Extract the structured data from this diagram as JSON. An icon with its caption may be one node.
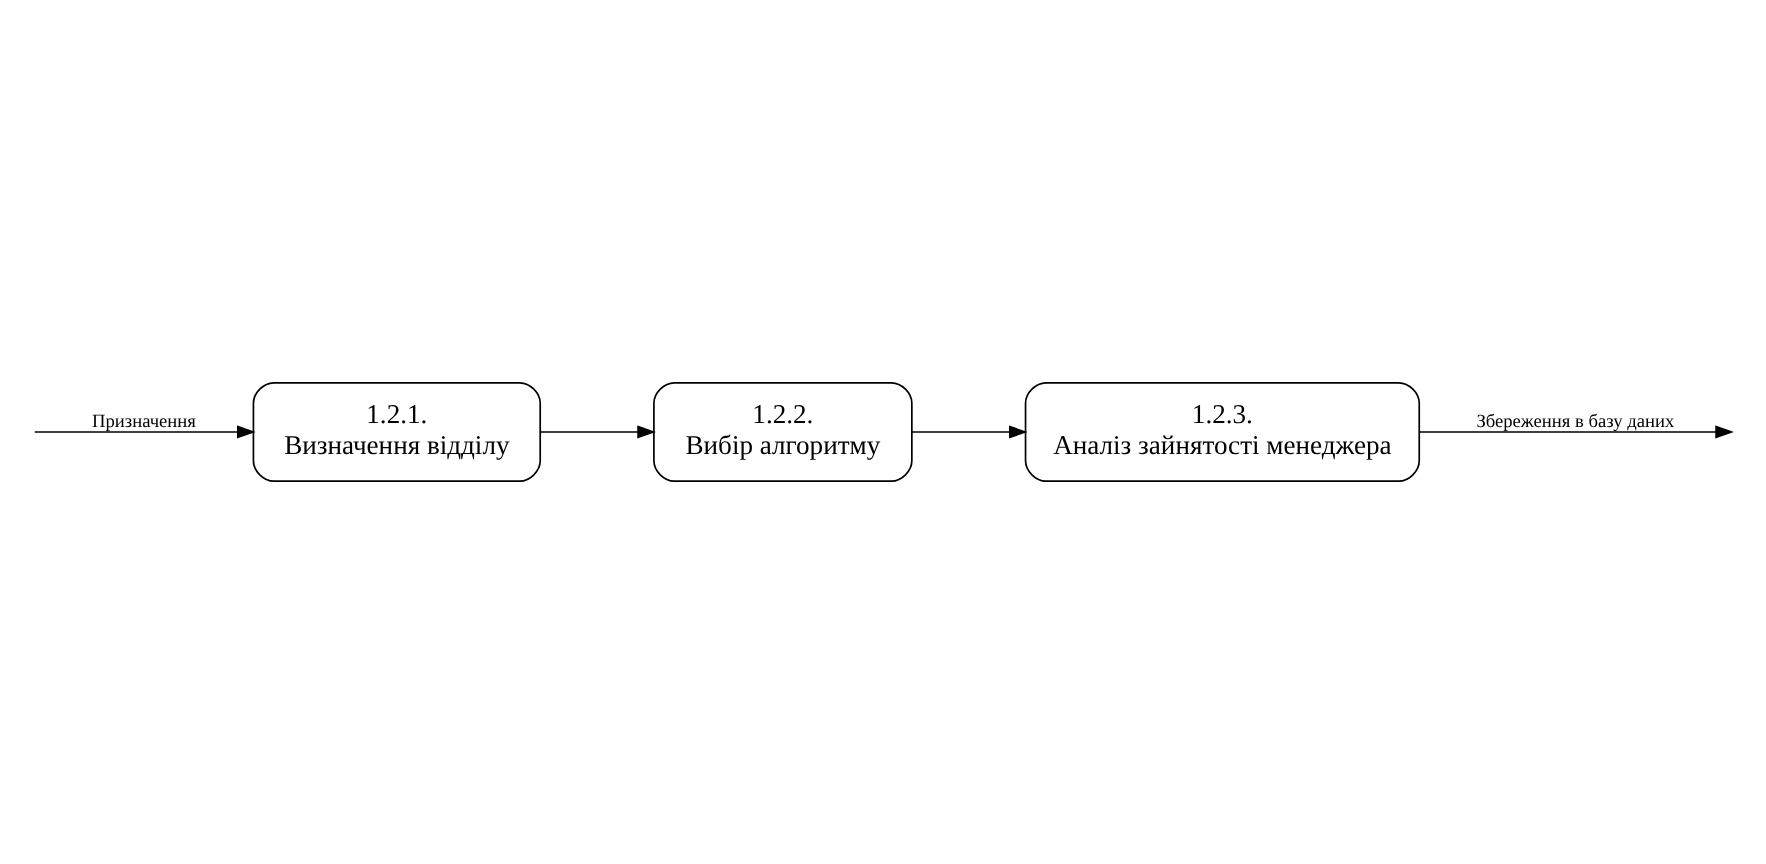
{
  "diagram": {
    "nodes": [
      {
        "text": [
          "1.2.1.",
          "Визначення відділу"
        ]
      },
      {
        "text": [
          "1.2.2.",
          "Вибір алгоритму"
        ]
      },
      {
        "text": [
          "1.2.3.",
          "Аналіз зайнятості менеджера"
        ]
      }
    ],
    "edges": [
      {
        "from": null,
        "to": 0,
        "arrow": "to",
        "label": "Призначення"
      },
      {
        "from": 0,
        "to": 1,
        "arrow": "to"
      },
      {
        "from": 1,
        "to": 2,
        "arrow": "to"
      },
      {
        "from": 2,
        "to": null,
        "arrow": "to",
        "label": "Збереження в базу даних"
      }
    ]
  }
}
